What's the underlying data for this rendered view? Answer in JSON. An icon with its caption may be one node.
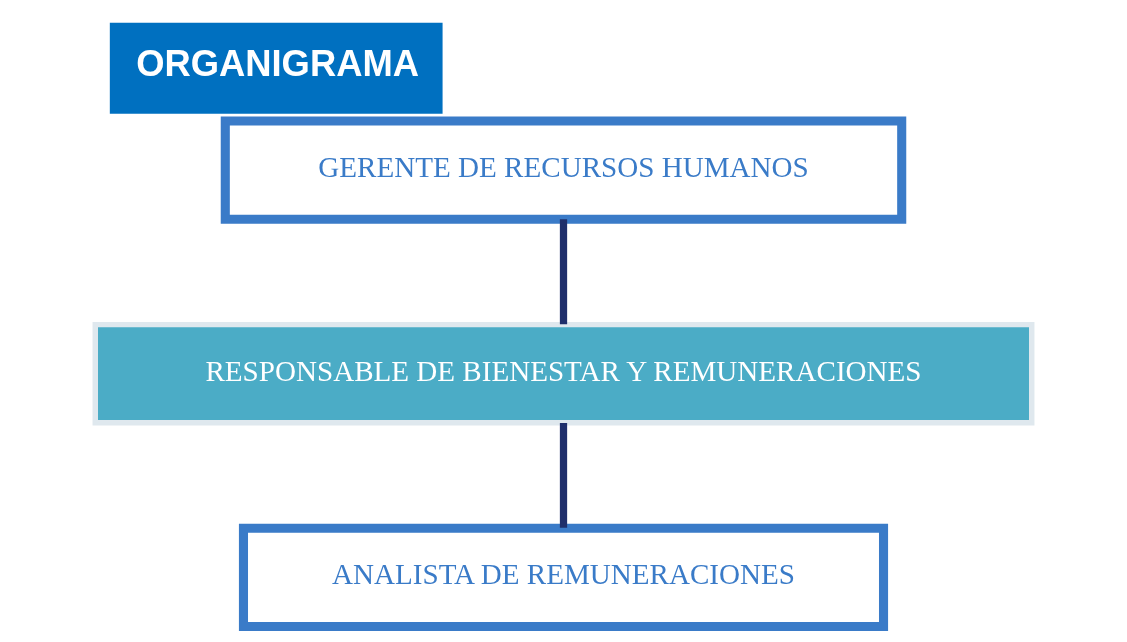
{
  "diagram": {
    "title": "ORGANIGRAMA",
    "nodes": [
      {
        "text": [
          "GERENTE DE RECURSOS HUMANOS"
        ]
      },
      {
        "text": [
          "RESPONSABLE DE BIENESTAR Y REMUNERACIONES"
        ]
      },
      {
        "text": [
          "ANALISTA DE REMUNERACIONES"
        ]
      }
    ],
    "edges": [
      {
        "from": 0,
        "to": 1,
        "arrow": "none"
      },
      {
        "from": 1,
        "to": 2,
        "arrow": "none"
      }
    ]
  }
}
